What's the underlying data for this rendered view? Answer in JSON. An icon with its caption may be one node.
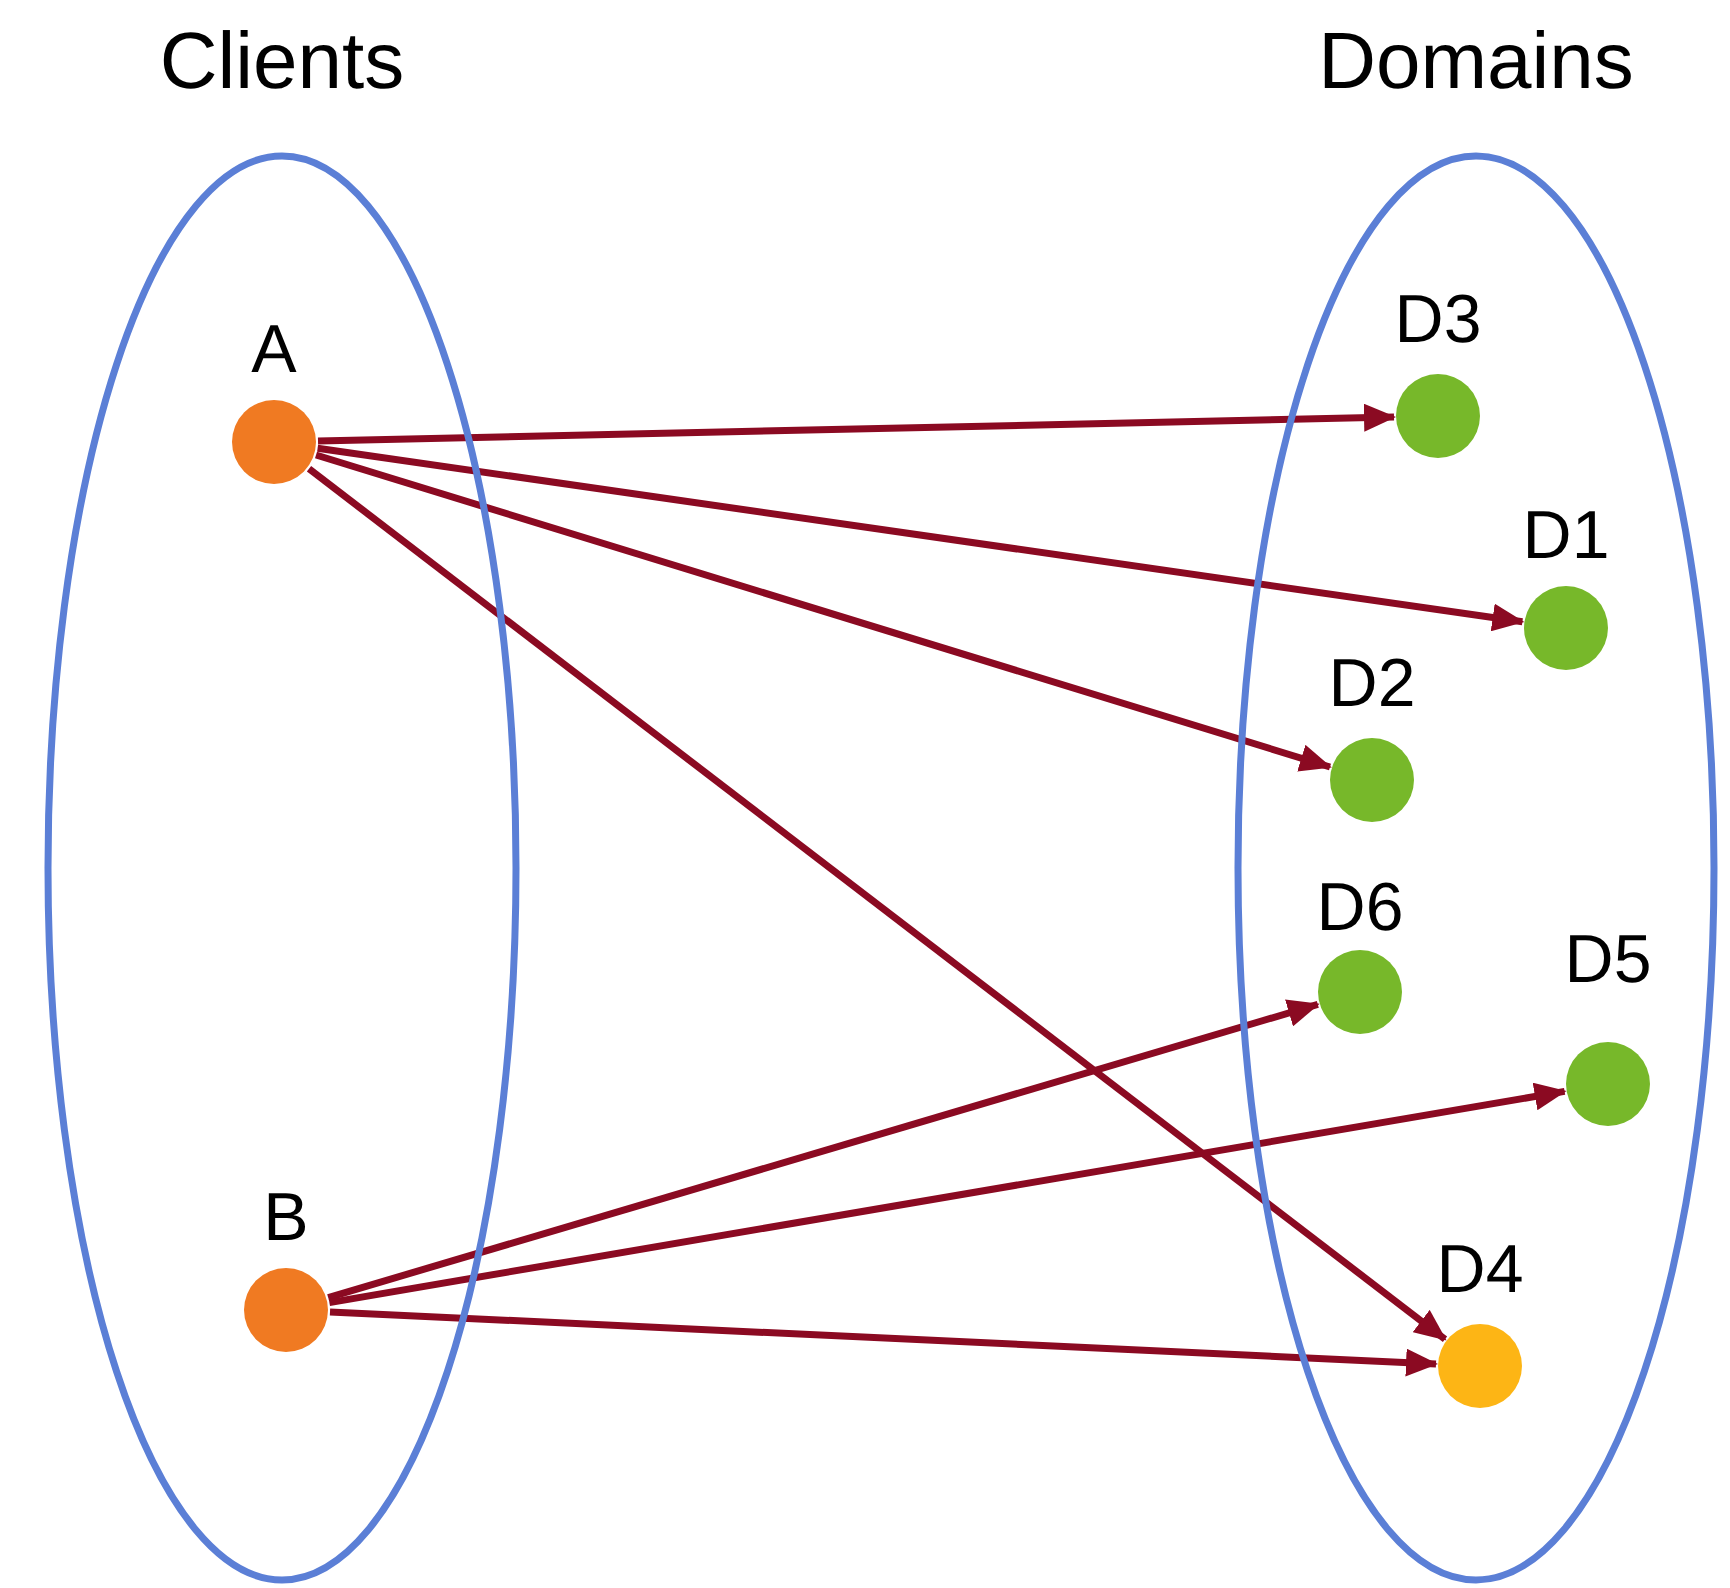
{
  "diagram": {
    "nodes": [
      {
        "text": [
          "Clients"
        ]
      },
      {
        "text": [
          "A"
        ],
        "in": 0
      },
      {
        "text": [
          "B"
        ],
        "in": 0
      },
      {
        "text": [
          "Domains"
        ]
      },
      {
        "text": [
          "D3"
        ],
        "in": 3
      },
      {
        "text": [
          "D1"
        ],
        "in": 3
      },
      {
        "text": [
          "D2"
        ],
        "in": 3
      },
      {
        "text": [
          "D6"
        ],
        "in": 3
      },
      {
        "text": [
          "D5"
        ],
        "in": 3
      },
      {
        "text": [
          "D4"
        ],
        "in": 3
      }
    ],
    "edges": [
      {
        "from": 1,
        "to": 4,
        "arrow": "to"
      },
      {
        "from": 1,
        "to": 5,
        "arrow": "to"
      },
      {
        "from": 1,
        "to": 6,
        "arrow": "to"
      },
      {
        "from": 1,
        "to": 9,
        "arrow": "to"
      },
      {
        "from": 2,
        "to": 7,
        "arrow": "to"
      },
      {
        "from": 2,
        "to": 8,
        "arrow": "to"
      },
      {
        "from": 2,
        "to": 9,
        "arrow": "to"
      }
    ]
  }
}
